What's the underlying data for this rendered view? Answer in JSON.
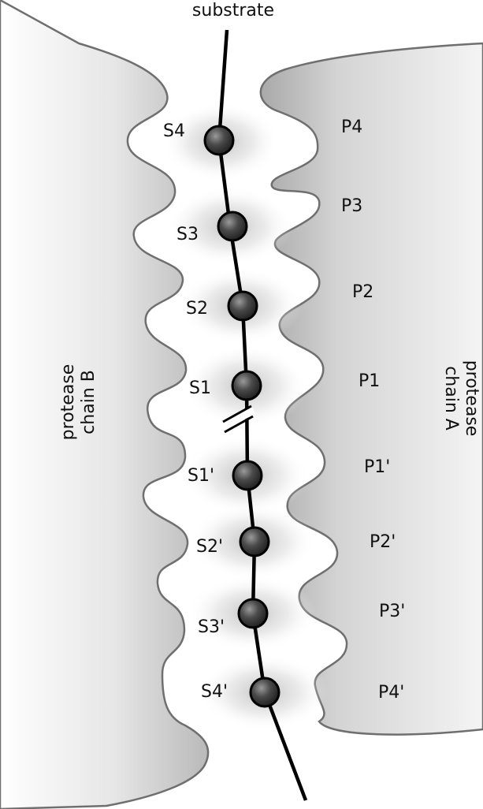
{
  "title": "substrate",
  "chain_left": {
    "line1": "protease",
    "line2": "chain B"
  },
  "chain_right": {
    "line1": "protease",
    "line2": "chain A"
  },
  "subsites": [
    {
      "s": "S4",
      "p": "P4"
    },
    {
      "s": "S3",
      "p": "P3"
    },
    {
      "s": "S2",
      "p": "P2"
    },
    {
      "s": "S1",
      "p": "P1"
    },
    {
      "s": "S1'",
      "p": "P1'"
    },
    {
      "s": "S2'",
      "p": "P2'"
    },
    {
      "s": "S3'",
      "p": "P3'"
    },
    {
      "s": "S4'",
      "p": "P4'"
    }
  ],
  "colors": {
    "protein_fill": "#c9c9c9",
    "protein_edge": "#6f6f6f",
    "substrate_line": "#000000",
    "residue": "#3a3a3a",
    "pocket": "#bdbdbd"
  }
}
